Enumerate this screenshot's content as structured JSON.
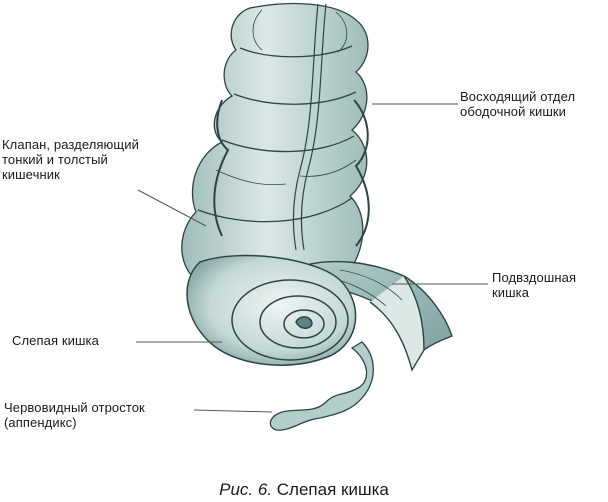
{
  "labels": {
    "ascending_colon": "Восходящий отдел\nободочной кишки",
    "valve": "Клапан, разделяющий\nтонкий и толстый\nкишечник",
    "ileum": "Подвздошная\nкишка",
    "cecum": "Слепая кишка",
    "appendix": "Червовидный отросток\n(аппендикс)"
  },
  "caption": {
    "prefix": "Рис. 6.",
    "title": "Слепая кишка"
  },
  "colors": {
    "tissue_fill": "#c9dcd9",
    "tissue_light": "#e6efee",
    "tissue_shade": "#7fa3a0",
    "outline": "#2d4443",
    "leader": "#555555"
  }
}
